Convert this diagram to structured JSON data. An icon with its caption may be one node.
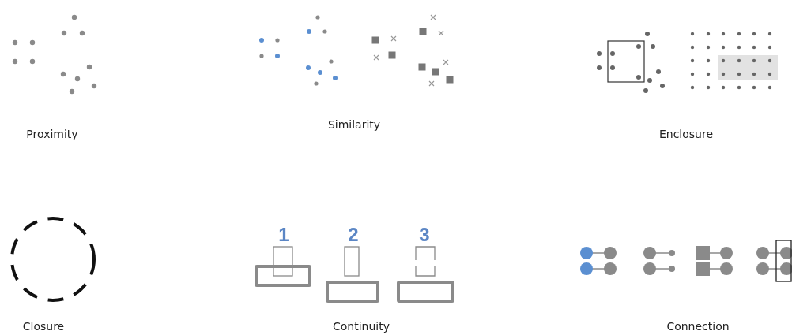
{
  "diagram": {
    "labels": [
      "Proximity",
      "Similarity",
      "Enclosure",
      "1",
      "2",
      "3",
      "Closure",
      "Continuity",
      "Connection"
    ]
  }
}
